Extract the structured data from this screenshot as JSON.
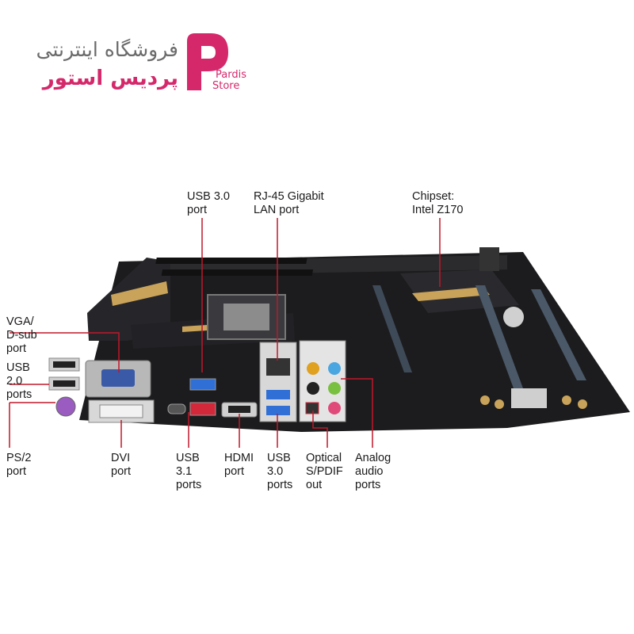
{
  "brand": {
    "line1": "فروشگاه اینترنتی",
    "line2": "پردیس استور",
    "logo_text_1": "Pardis",
    "logo_text_2": "Store",
    "accent": "#d5286b",
    "gray": "#6b6b6b"
  },
  "colors": {
    "leader": "#c0182a",
    "board": "#1c1c1e",
    "gold": "#c9a35a",
    "usb3": "#2f6fd6",
    "usb31": "#d2283a"
  },
  "labels": {
    "usb30_top": [
      "USB 3.0",
      "port"
    ],
    "rj45": [
      "RJ-45 Gigabit",
      "LAN port"
    ],
    "chipset": [
      "Chipset:",
      "Intel Z170"
    ],
    "vga": [
      "VGA/",
      "D-sub",
      "port"
    ],
    "usb20": [
      "USB",
      "2.0",
      "ports"
    ],
    "ps2": [
      "PS/2",
      "port"
    ],
    "dvi": [
      "DVI",
      "port"
    ],
    "usb31": [
      "USB",
      "3.1",
      "ports"
    ],
    "hdmi": [
      "HDMI",
      "port"
    ],
    "usb30_bottom": [
      "USB",
      "3.0",
      "ports"
    ],
    "spdif": [
      "Optical",
      "S/PDIF",
      "out"
    ],
    "audio": [
      "Analog",
      "audio",
      "ports"
    ]
  }
}
